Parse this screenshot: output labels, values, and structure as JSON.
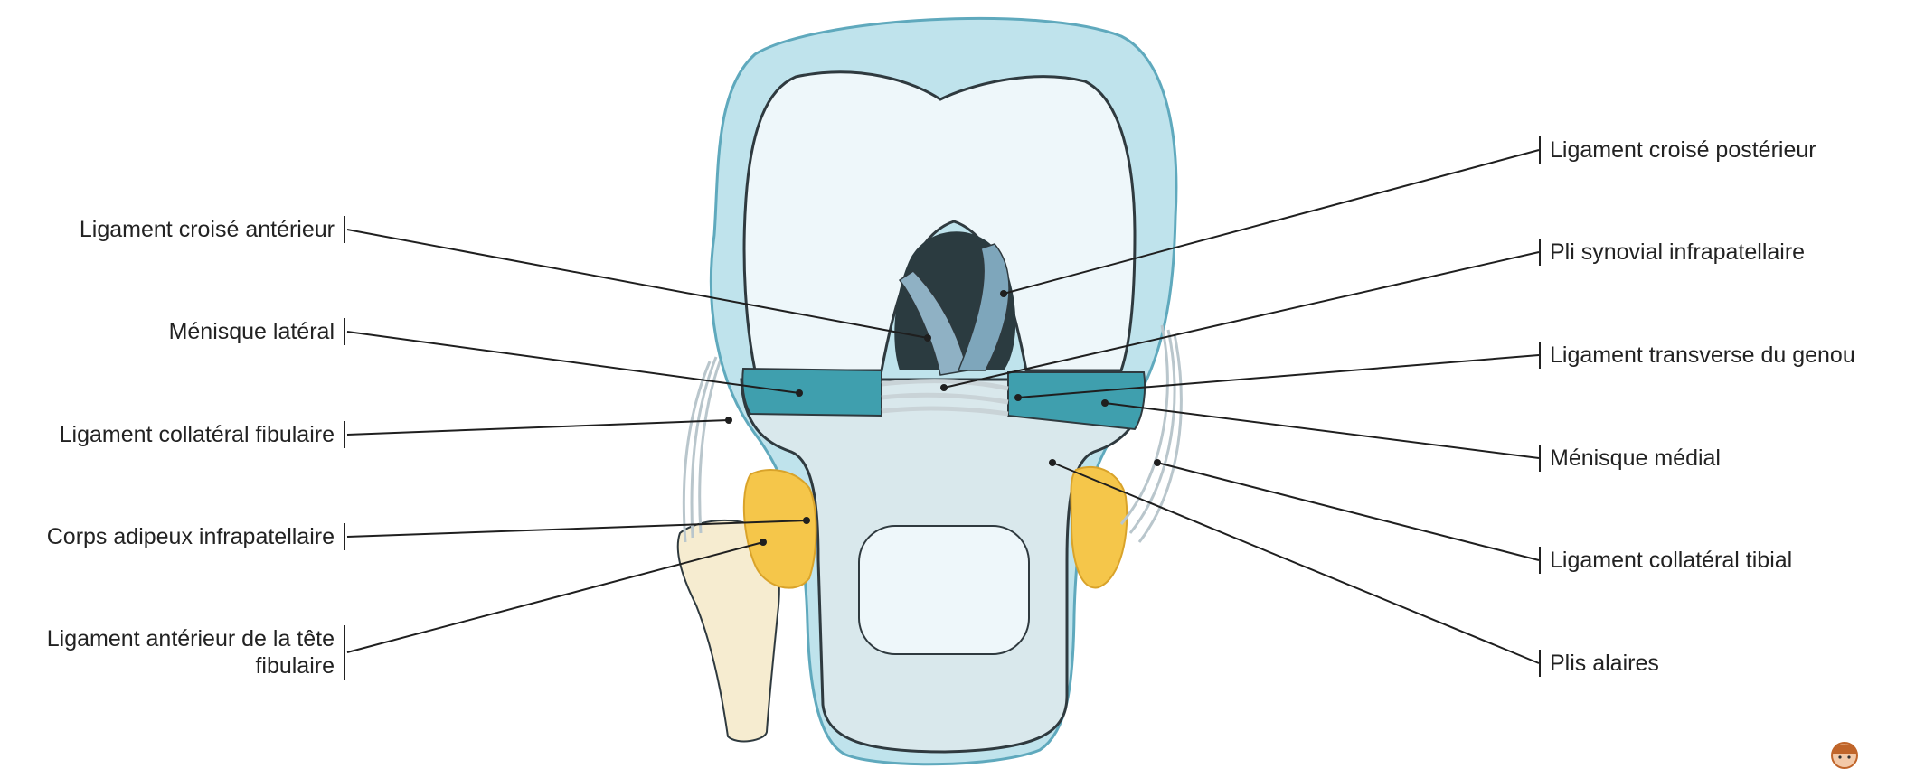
{
  "diagram": {
    "labels_left": [
      {
        "id": "lca",
        "text": "Ligament croisé antérieur"
      },
      {
        "id": "menisque-lat",
        "text": "Ménisque latéral"
      },
      {
        "id": "lcf",
        "text": "Ligament collatéral fibulaire"
      },
      {
        "id": "corps-adipeux",
        "text": "Corps adipeux infrapatellaire"
      },
      {
        "id": "lig-tete-fib-1",
        "text": "Ligament antérieur de la tête"
      },
      {
        "id": "lig-tete-fib-2",
        "text": "fibulaire"
      }
    ],
    "labels_right": [
      {
        "id": "lcp",
        "text": "Ligament croisé postérieur"
      },
      {
        "id": "pli-syn",
        "text": "Pli synovial infrapatellaire"
      },
      {
        "id": "lig-transverse",
        "text": "Ligament transverse du genou"
      },
      {
        "id": "menisque-med",
        "text": "Ménisque médial"
      },
      {
        "id": "lct",
        "text": "Ligament collatéral tibial"
      },
      {
        "id": "plis-alaires",
        "text": "Plis alaires"
      }
    ]
  },
  "colors": {
    "outline": "#2f3a3f",
    "capsule": "#a7d4e0",
    "bone": "#eef7fa",
    "tibia": "#d9e8ec",
    "meniscus": "#3f9fae",
    "ligament": "#8fb1c4",
    "fat": "#f5c64a",
    "fibula": "#f6ecd0",
    "leader": "#1f1f1f"
  },
  "icons": {
    "corner_avatar": "avatar-icon"
  }
}
